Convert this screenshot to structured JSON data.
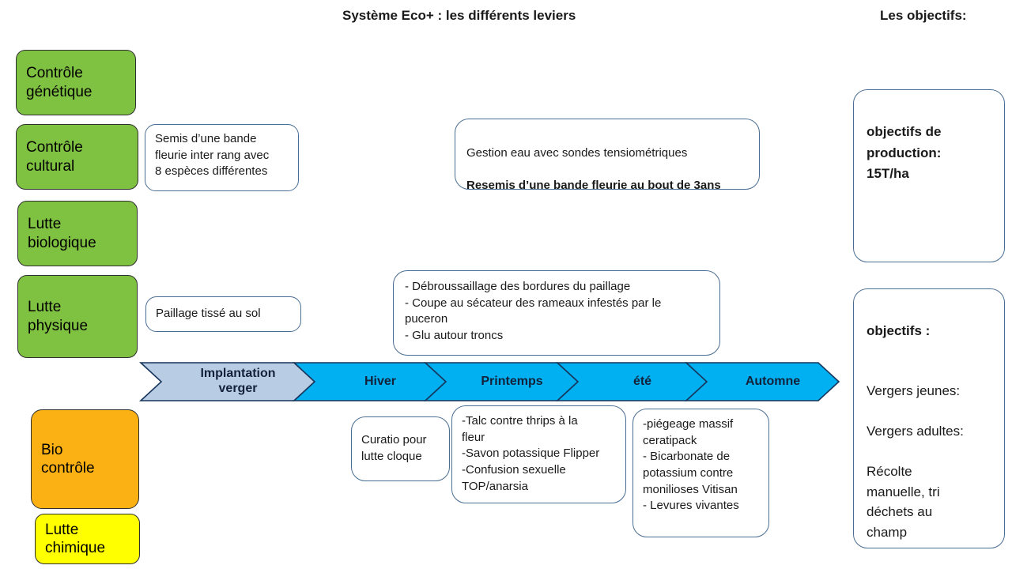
{
  "header": {
    "title": "Système Eco+ : les différents leviers",
    "objectives_title": "Les objectifs:"
  },
  "levers": [
    {
      "label": "Contrôle\ngénétique",
      "color": "#7FC241",
      "kind": "green"
    },
    {
      "label": "Contrôle\ncultural",
      "color": "#7FC241",
      "kind": "green"
    },
    {
      "label": "Lutte\nbiologique",
      "color": "#7FC241",
      "kind": "green"
    },
    {
      "label": "Lutte\nphysique",
      "color": "#7FC241",
      "kind": "green"
    },
    {
      "label": "Bio\ncontrôle",
      "color": "#FBB014",
      "kind": "orange"
    },
    {
      "label": "Lutte\nchimique",
      "color": "#FFFF00",
      "kind": "yellow"
    }
  ],
  "timeline": {
    "stages": [
      {
        "label": "Implantation\nverger",
        "fill": "#B8CCE4",
        "text_color": "#14213a"
      },
      {
        "label": "Hiver",
        "fill": "#00B0F0",
        "text_color": "#14213a"
      },
      {
        "label": "Printemps",
        "fill": "#00B0F0",
        "text_color": "#14213a"
      },
      {
        "label": "été",
        "fill": "#00B0F0",
        "text_color": "#14213a"
      },
      {
        "label": "Automne",
        "fill": "#00B0F0",
        "text_color": "#14213a"
      }
    ],
    "border_color": "#17365D"
  },
  "callouts": {
    "semis": "Semis d’une bande\nfleurie inter rang avec\n8 espèces différentes",
    "gestion_eau_line1": "Gestion eau avec sondes tensiométriques",
    "gestion_eau_line2": "Resemis d’une bande fleurie au bout de 3ans",
    "paillage": "Paillage tissé au sol",
    "debroussaillage": "- Débroussaillage des bordures du paillage\n- Coupe au sécateur des rameaux infestés par le\npuceron\n- Glu autour troncs",
    "curatio": "Curatio pour\nlutte cloque",
    "printemps_bio": "-Talc contre thrips à la\nfleur\n-Savon potassique Flipper\n-Confusion sexuelle\nTOP/anarsia",
    "ete_bio": "-piégeage massif\nceratipack\n- Bicarbonate de\npotassium contre\nmonilioses Vitisan\n- Levures vivantes"
  },
  "objectives": {
    "production": {
      "heading": "objectifs de\nproduction:\n15T/ha"
    },
    "general": {
      "heading": "objectifs :",
      "body": "\nVergers jeunes:\n\nVergers adultes:\n\nRécolte\nmanuelle, tri\ndéchets au\nchamp"
    }
  }
}
